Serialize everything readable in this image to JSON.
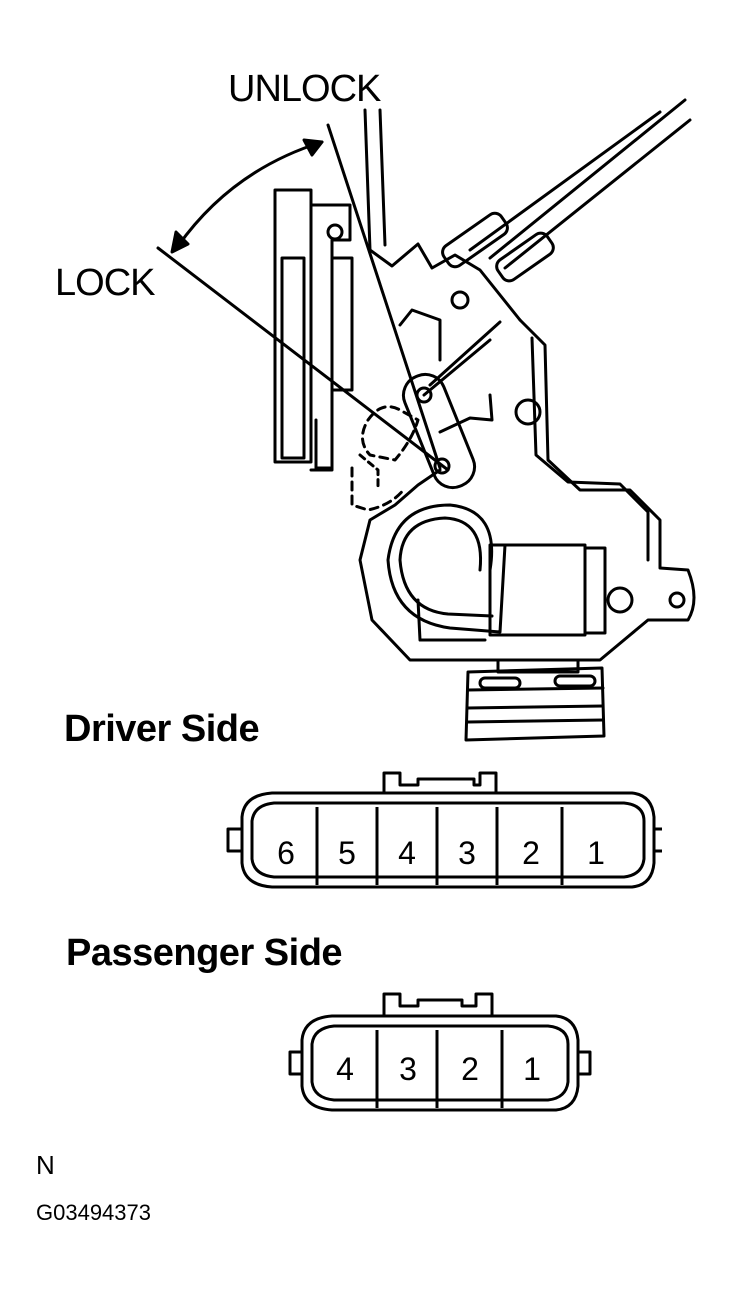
{
  "labels": {
    "unlock": "UNLOCK",
    "lock": "LOCK"
  },
  "driver": {
    "title": "Driver Side",
    "pins": [
      "6",
      "5",
      "4",
      "3",
      "2",
      "1"
    ]
  },
  "passenger": {
    "title": "Passenger Side",
    "pins": [
      "4",
      "3",
      "2",
      "1"
    ]
  },
  "footer": {
    "n": "N",
    "figure_id": "G03494373"
  }
}
